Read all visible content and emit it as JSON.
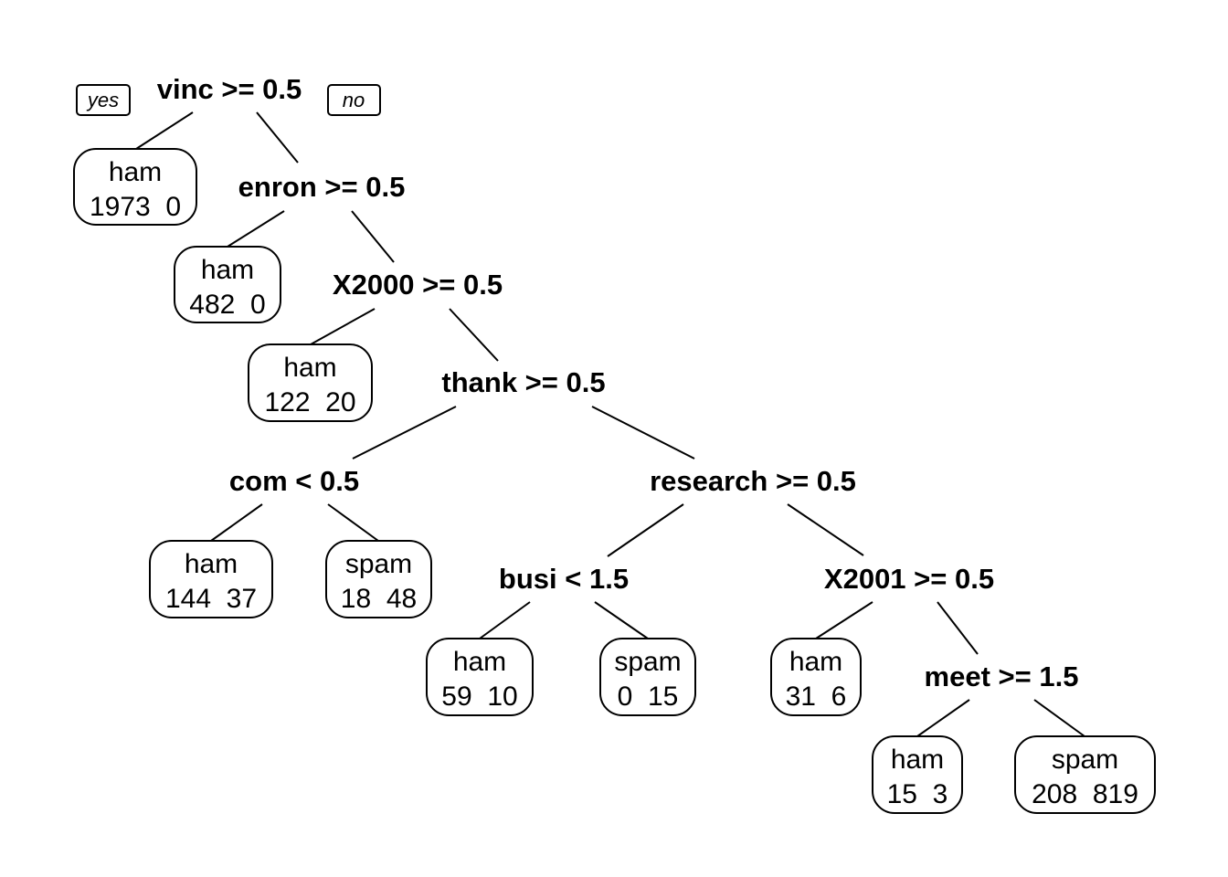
{
  "edge_labels": {
    "yes": "yes",
    "no": "no"
  },
  "splits": [
    {
      "id": "vinc",
      "label": "vinc >= 0.5"
    },
    {
      "id": "enron",
      "label": "enron >= 0.5"
    },
    {
      "id": "x2000",
      "label": "X2000 >= 0.5"
    },
    {
      "id": "thank",
      "label": "thank >= 0.5"
    },
    {
      "id": "com",
      "label": "com < 0.5"
    },
    {
      "id": "research",
      "label": "research >= 0.5"
    },
    {
      "id": "busi",
      "label": "busi < 1.5"
    },
    {
      "id": "x2001",
      "label": "X2001 >= 0.5"
    },
    {
      "id": "meet",
      "label": "meet >= 1.5"
    }
  ],
  "leaves": [
    {
      "id": "l1",
      "class": "ham",
      "counts": "1973  0"
    },
    {
      "id": "l2",
      "class": "ham",
      "counts": "482  0"
    },
    {
      "id": "l3",
      "class": "ham",
      "counts": "122  20"
    },
    {
      "id": "l4",
      "class": "ham",
      "counts": "144  37"
    },
    {
      "id": "l5",
      "class": "spam",
      "counts": "18  48"
    },
    {
      "id": "l6",
      "class": "ham",
      "counts": "59  10"
    },
    {
      "id": "l7",
      "class": "spam",
      "counts": "0  15"
    },
    {
      "id": "l8",
      "class": "ham",
      "counts": "31  6"
    },
    {
      "id": "l9",
      "class": "ham",
      "counts": "15  3"
    },
    {
      "id": "l10",
      "class": "spam",
      "counts": "208  819"
    }
  ],
  "edges": [
    {
      "from": "vinc",
      "to": "l1"
    },
    {
      "from": "vinc",
      "to": "enron"
    },
    {
      "from": "enron",
      "to": "l2"
    },
    {
      "from": "enron",
      "to": "x2000"
    },
    {
      "from": "x2000",
      "to": "l3"
    },
    {
      "from": "x2000",
      "to": "thank"
    },
    {
      "from": "thank",
      "to": "com"
    },
    {
      "from": "thank",
      "to": "research"
    },
    {
      "from": "com",
      "to": "l4"
    },
    {
      "from": "com",
      "to": "l5"
    },
    {
      "from": "research",
      "to": "busi"
    },
    {
      "from": "research",
      "to": "x2001"
    },
    {
      "from": "busi",
      "to": "l6"
    },
    {
      "from": "busi",
      "to": "l7"
    },
    {
      "from": "x2001",
      "to": "l8"
    },
    {
      "from": "x2001",
      "to": "meet"
    },
    {
      "from": "meet",
      "to": "l9"
    },
    {
      "from": "meet",
      "to": "l10"
    }
  ]
}
